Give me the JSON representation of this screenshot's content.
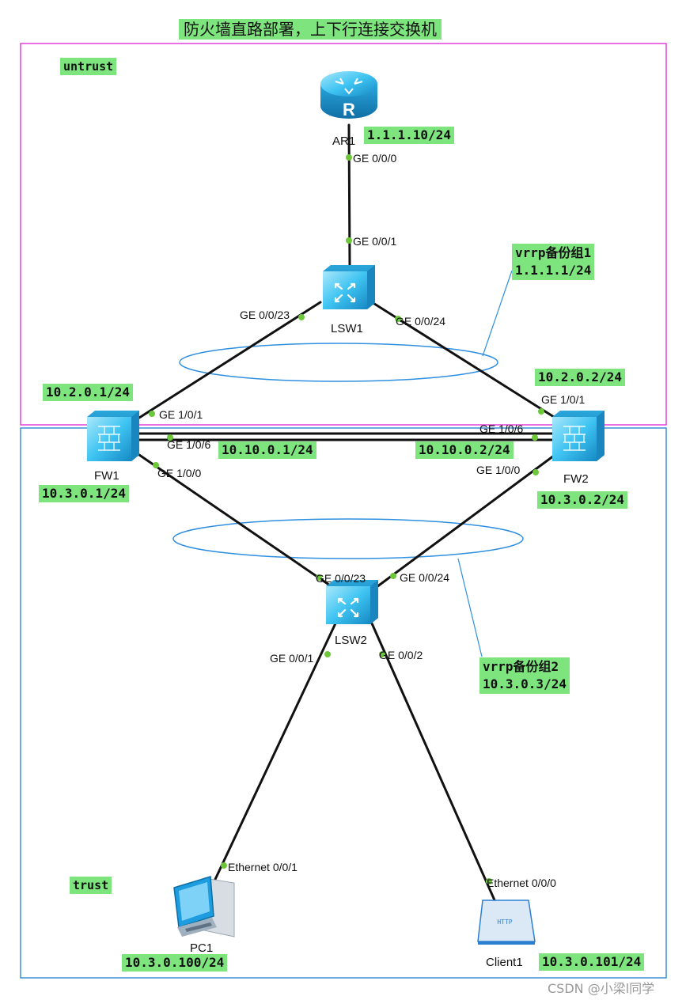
{
  "title": "防火墙直路部署，上下行连接交换机",
  "zones": {
    "untrust": "untrust",
    "trust": "trust"
  },
  "devices": {
    "ar1": "AR1",
    "lsw1": "LSW1",
    "lsw2": "LSW2",
    "fw1": "FW1",
    "fw2": "FW2",
    "pc1": "PC1",
    "client1": "Client1"
  },
  "ips": {
    "ar1": "1.1.1.10/24",
    "fw1_up": "10.2.0.1/24",
    "fw2_up": "10.2.0.2/24",
    "fw1_hb": "10.10.0.1/24",
    "fw2_hb": "10.10.0.2/24",
    "fw1_down": "10.3.0.1/24",
    "fw2_down": "10.3.0.2/24",
    "pc1": "10.3.0.100/24",
    "client1": "10.3.0.101/24"
  },
  "vrrp": {
    "group1_name": "vrrp备份组1",
    "group1_ip": "1.1.1.1/24",
    "group2_name": "vrrp备份组2",
    "group2_ip": "10.3.0.3/24"
  },
  "ports": {
    "ar1_ge000": "GE 0/0/0",
    "lsw1_ge001": "GE 0/0/1",
    "lsw1_ge0023": "GE 0/0/23",
    "lsw1_ge0024": "GE 0/0/24",
    "fw1_ge101": "GE 1/0/1",
    "fw1_ge106": "GE 1/0/6",
    "fw1_ge100": "GE 1/0/0",
    "fw2_ge101": "GE 1/0/1",
    "fw2_ge106": "GE 1/0/6",
    "fw2_ge100": "GE 1/0/0",
    "lsw2_ge0023": "GE 0/0/23",
    "lsw2_ge0024": "GE 0/0/24",
    "lsw2_ge001": "GE 0/0/1",
    "lsw2_ge002": "GE 0/0/2",
    "pc1_eth": "Ethernet 0/0/1",
    "client1_eth": "Ethernet 0/0/0"
  },
  "client_screen_text": "HTTP",
  "watermark": "CSDN @小梁l同学",
  "colors": {
    "untrust_border": "#e040d8",
    "trust_border": "#3b8fd8",
    "label_bg": "#7ee47e",
    "link": "#111111",
    "port_dot": "#6cc83a",
    "device_fill": "#3fc4f2",
    "vrrp_ring": "#2f8fe0"
  }
}
